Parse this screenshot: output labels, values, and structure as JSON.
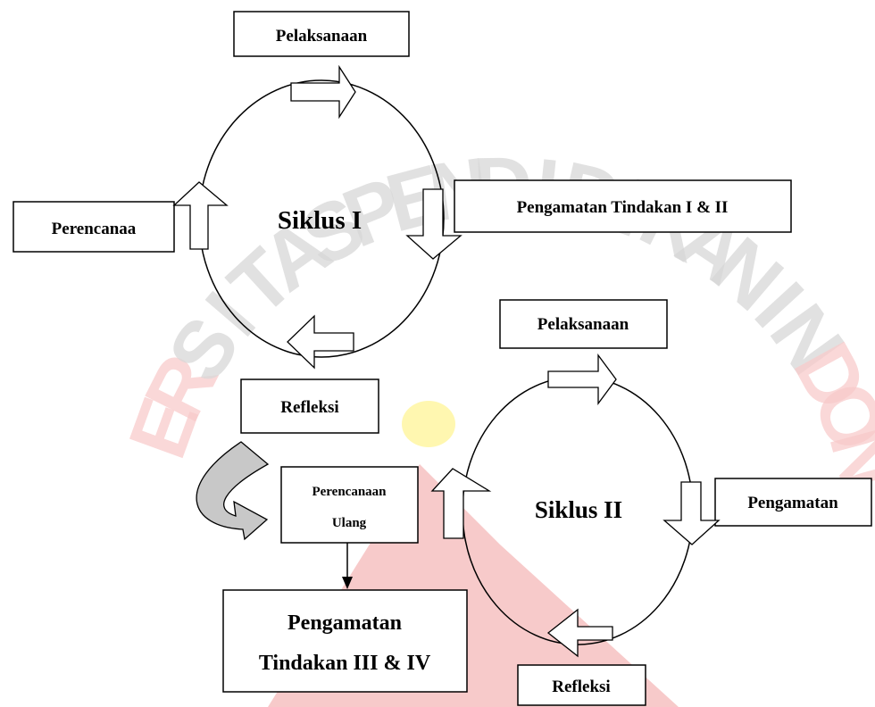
{
  "watermark": {
    "letters": [
      "E",
      "R",
      "S",
      "I",
      "T",
      "A",
      "S",
      "P",
      "E",
      "N",
      "D",
      "I",
      "D",
      "I",
      "K",
      "A",
      "N",
      "I",
      "N",
      "D",
      "O",
      "N"
    ],
    "colors": {
      "gray": "#d3d3d3",
      "red": "#f7c4c4",
      "yellow": "#fff7a8"
    }
  },
  "cycle1": {
    "title": "Siklus I",
    "top_label": "Pelaksanaan",
    "right_label": "Pengamatan Tindakan I & II",
    "left_label": "Perencanaa",
    "bottom_label": "Refleksi"
  },
  "transition": {
    "replan_line1": "Perencanaan",
    "replan_line2": "Ulang",
    "observe_line1": "Pengamatan",
    "observe_line2": "Tindakan III & IV",
    "curved_arrow_color": "#c8c8c8"
  },
  "cycle2": {
    "title": "Siklus II",
    "top_label": "Pelaksanaan",
    "right_label": "Pengamatan",
    "bottom_label": "Refleksi"
  }
}
